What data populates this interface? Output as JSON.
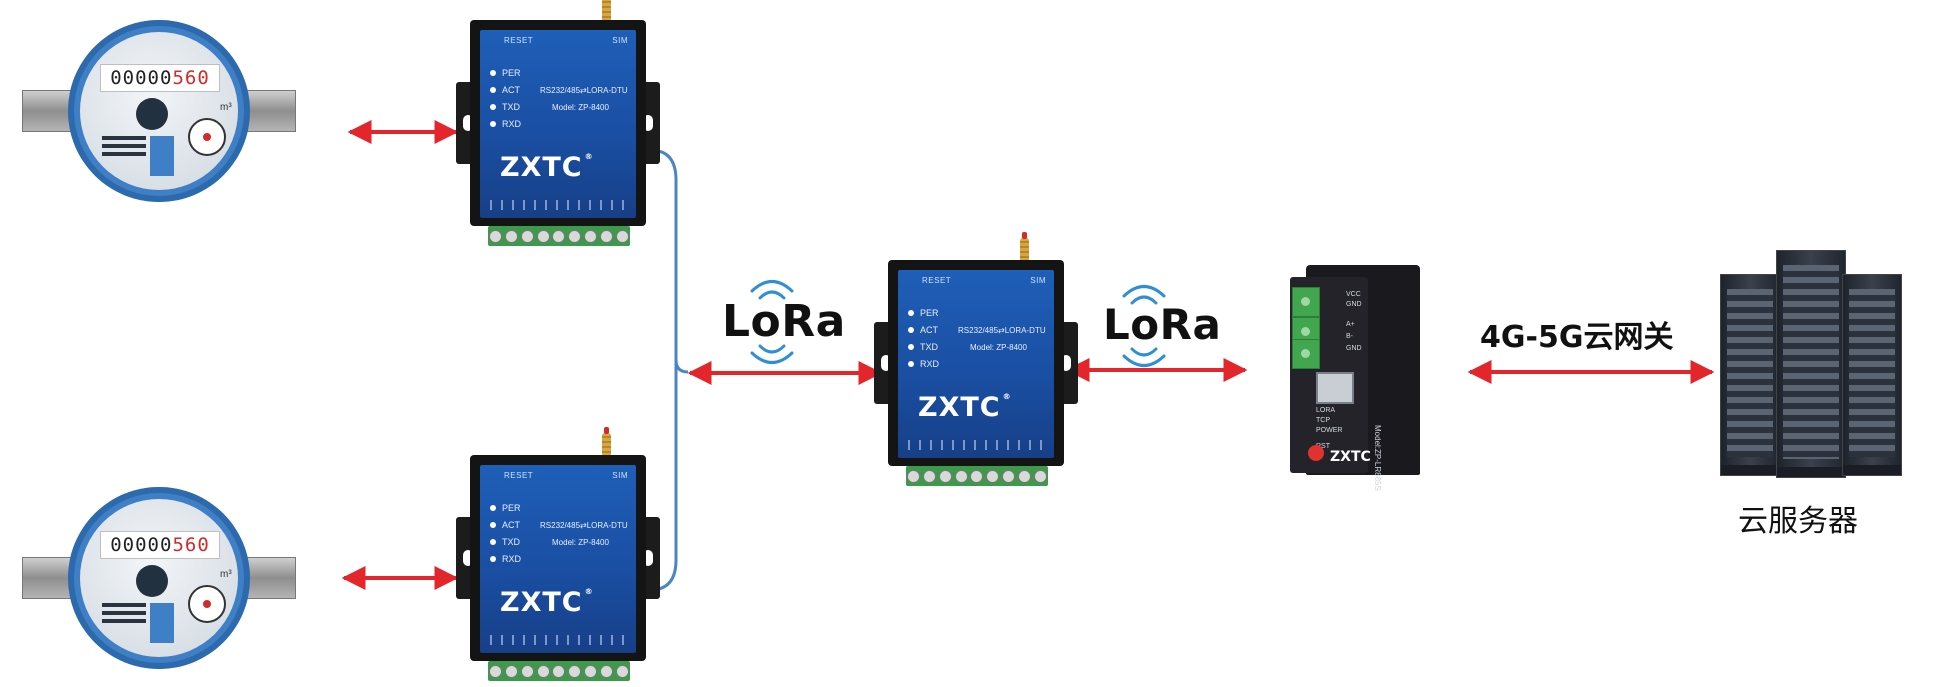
{
  "meters": [
    {
      "reading_black": "00000",
      "reading_red": "560",
      "unit": "m³"
    },
    {
      "reading_black": "00000",
      "reading_red": "560",
      "unit": "m³"
    }
  ],
  "dtu": {
    "top_left": "RESET",
    "top_right": "SIM",
    "leds": [
      "PER",
      "ACT",
      "TXD",
      "RXD"
    ],
    "description": "RS232/485⇄LORA-DTU",
    "model": "Model: ZP-8400",
    "brand": "ZXTC",
    "registered": "®"
  },
  "links": {
    "lora_left": "LoRa",
    "lora_right": "LoRa",
    "cloud_gateway": "4G-5G云网关"
  },
  "gateway": {
    "terminals": [
      "VCC",
      "GND",
      "A+",
      "B-",
      "GND"
    ],
    "leds": [
      "LORA",
      "TCP",
      "POWER"
    ],
    "reset": "RST",
    "model": "Model:ZP-LR885S",
    "brand": "ZXTC"
  },
  "server": {
    "label": "云服务器"
  },
  "colors": {
    "arrow": "#e2262b",
    "wire": "#4a86c5",
    "device_face": "#1a4fa3",
    "signal_arc": "#2f8fd6"
  },
  "icons": [
    "water-meter-icon",
    "lora-dtu-icon",
    "lora-gateway-icon",
    "cloud-server-icon",
    "signal-wave-icon"
  ]
}
